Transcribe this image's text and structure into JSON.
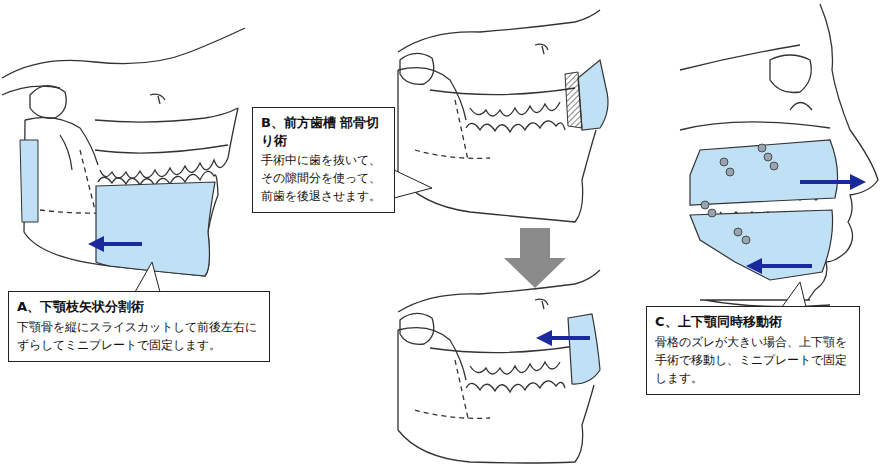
{
  "diagram": {
    "nodes": [
      {
        "text": [
          "A、下顎枝矢状分割術",
          "下顎骨を縦にスライスカットして前後左右にずらしてミニプレートで固定します。"
        ]
      },
      {
        "text": [
          "B、前方歯槽 部骨切り術",
          "手術中に歯を抜いて、その隙間分を使って、前歯を後退させます。"
        ]
      },
      {
        "text": [
          "C、上下顎同時移動術",
          "骨格のズレが大きい場合、上下顎を手術で移動し、ミニプレートで固定します。"
        ]
      }
    ]
  }
}
